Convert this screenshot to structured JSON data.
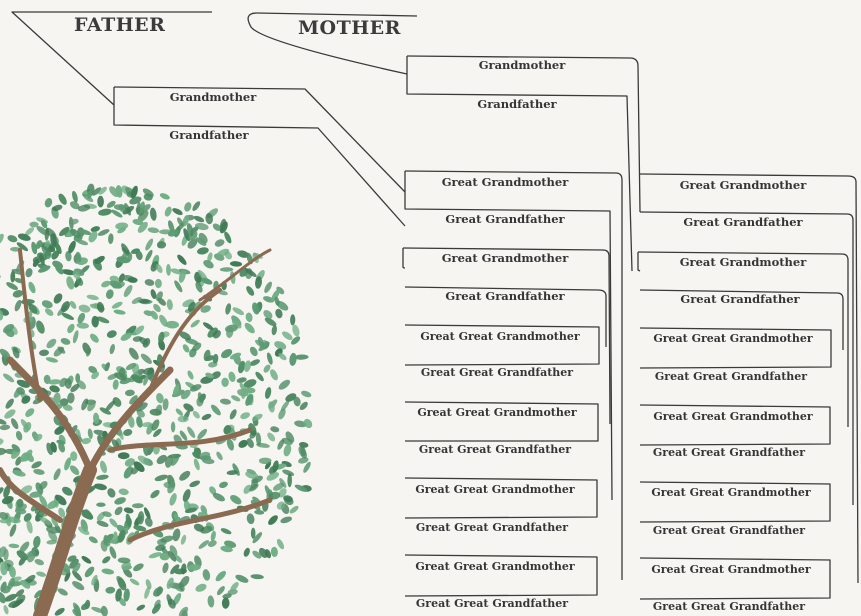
{
  "headings": {
    "father": "FATHER",
    "mother": "MOTHER"
  },
  "labels": {
    "grandmother": "Grandmother",
    "grandfather": "Grandfather",
    "great_grandmother": "Great Grandmother",
    "great_grandfather": "Great Grandfather",
    "gg_grandmother": "Great Great Grandmother",
    "gg_grandfather": "Great Great Grandfather"
  },
  "colors": {
    "line": "#3a3a3a",
    "leaf": "#5c9a72",
    "leaf_dark": "#3f7a55",
    "trunk": "#8a6a50",
    "background": "#f6f5f2"
  },
  "decoration": {
    "tree": "tree-illustration"
  }
}
